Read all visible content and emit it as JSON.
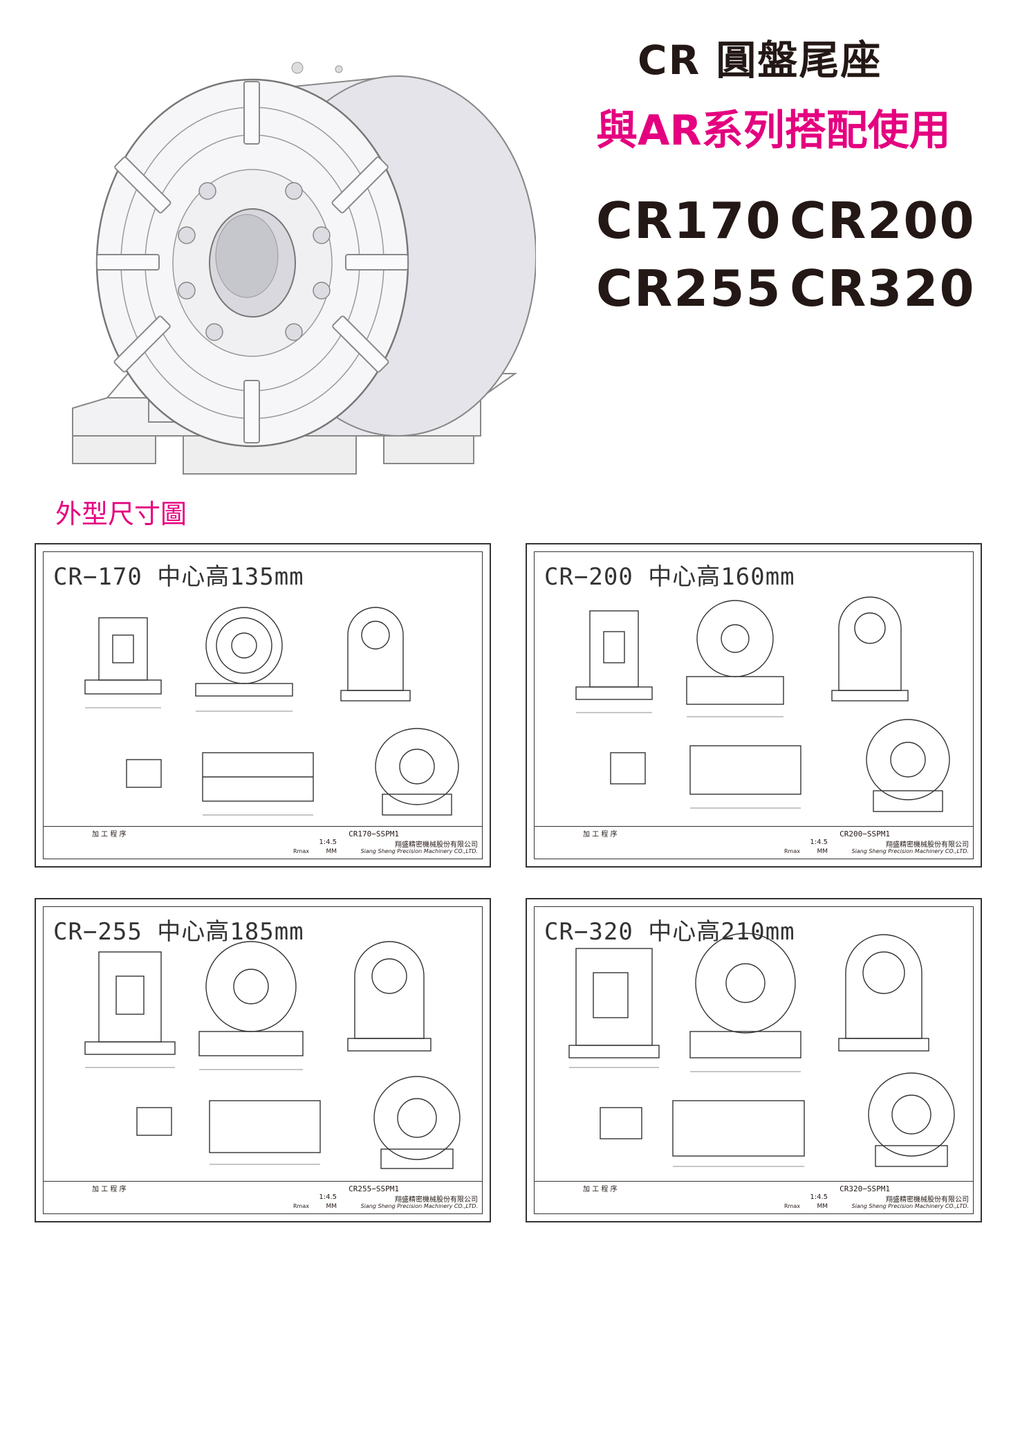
{
  "header": {
    "title": "CR 圓盤尾座",
    "subtitle": "與AR系列搭配使用",
    "models": [
      [
        "CR170",
        "CR200"
      ],
      [
        "CR255",
        "CR320"
      ]
    ]
  },
  "section_label": "外型尺寸圖",
  "drawings": [
    {
      "title": "CR−170  中心高135mm",
      "code": "CR170−SSPM1",
      "scale": "1:4.5",
      "unit": "MM",
      "rmax": "Rmax",
      "process": "加 工 程 序",
      "company": "翔盛精密機械股份有限公司",
      "company_en": "Siang Sheng Precision Machinery CO.,LTD."
    },
    {
      "title": "CR−200  中心高160mm",
      "code": "CR200−SSPM1",
      "scale": "1:4.5",
      "unit": "MM",
      "rmax": "Rmax",
      "process": "加 工 程 序",
      "company": "翔盛精密機械股份有限公司",
      "company_en": "Siang Sheng Precision Machinery CO.,LTD."
    },
    {
      "title": "CR−255  中心高185mm",
      "code": "CR255−SSPM1",
      "scale": "1:4.5",
      "unit": "MM",
      "rmax": "Rmax",
      "process": "加 工 程 序",
      "company": "翔盛精密機械股份有限公司",
      "company_en": "Siang Sheng Precision Machinery CO.,LTD."
    },
    {
      "title": "CR−320  中心高210mm",
      "code": "CR320−SSPM1",
      "scale": "1:4.5",
      "unit": "MM",
      "rmax": "Rmax",
      "process": "加 工 程 序",
      "company": "翔盛精密機械股份有限公司",
      "company_en": "Siang Sheng Precision Machinery CO.,LTD."
    }
  ]
}
